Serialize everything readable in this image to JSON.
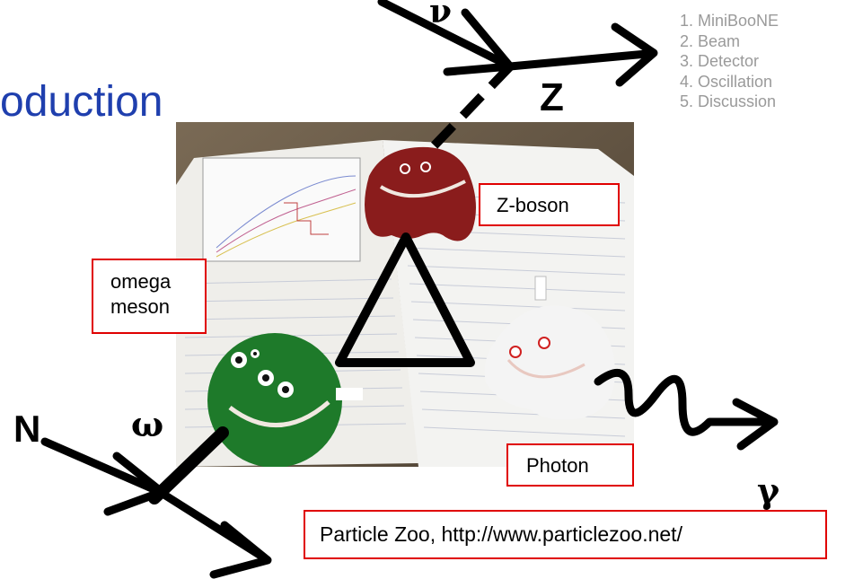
{
  "slide": {
    "title_fragment": "oduction"
  },
  "nav": {
    "items": [
      "1. MiniBooNE",
      "2. Beam",
      "3. Detector",
      "4. Oscillation",
      "5. Discussion"
    ]
  },
  "particles": {
    "nu": "ν",
    "z": "Z",
    "n": "N",
    "omega": "ω",
    "gamma": "γ"
  },
  "labels": {
    "z_boson": "Z-boson",
    "omega_line1": "omega",
    "omega_line2": "meson",
    "photon": "Photon",
    "credit": "Particle Zoo, http://www.particlezoo.net/"
  },
  "colors": {
    "title": "#1f3fae",
    "nav_text": "#9a9a9a",
    "label_border": "#e00000",
    "z_boson_plush": "#8a1c1c",
    "omega_plush": "#1e7a2a",
    "photon_plush": "#f4f4f4"
  }
}
